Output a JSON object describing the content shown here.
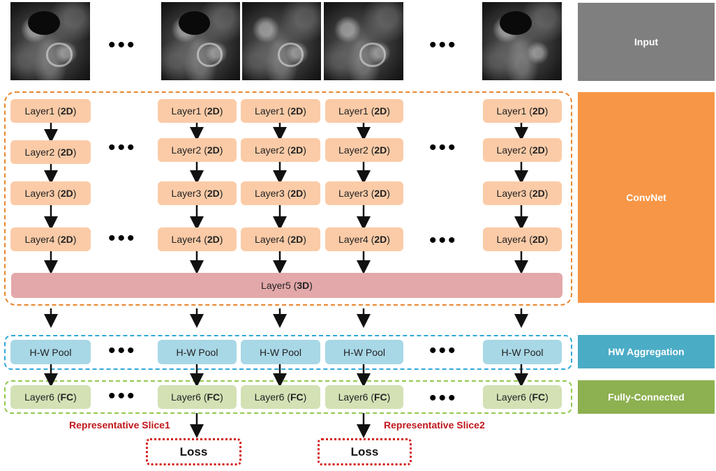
{
  "side_labels": {
    "input": "Input",
    "convnet": "ConvNet",
    "hw_aggregation": "HW Aggregation",
    "fully_connected": "Fully-Connected"
  },
  "colors": {
    "input_panel": "#7f7f7f",
    "convnet_panel": "#f79646",
    "hw_panel": "#4bacc6",
    "fc_panel": "#8db050",
    "layer_2d": "#fbcba7",
    "layer_3d": "#e3a8a9",
    "pool": "#a8d7e6",
    "fc": "#d3e1b5",
    "convnet_outline": "#e8862e",
    "hw_outline": "#2fa9d8",
    "fc_outline": "#92c94e",
    "loss_border": "#d31c1c"
  },
  "layers": {
    "l1": "Layer1 (",
    "l2": "Layer2 (",
    "l3": "Layer3 (",
    "l4": "Layer4 (",
    "tag2d": "2D",
    "l5": "Layer5 (",
    "tag3d": "3D",
    "pool": "H-W Pool",
    "l6": "Layer6 (",
    "tagfc": "FC",
    "close": ")"
  },
  "ellipsis": "•••",
  "representative_slice1": "Representative Slice1",
  "representative_slice2": "Representative Slice2",
  "loss": "Loss"
}
